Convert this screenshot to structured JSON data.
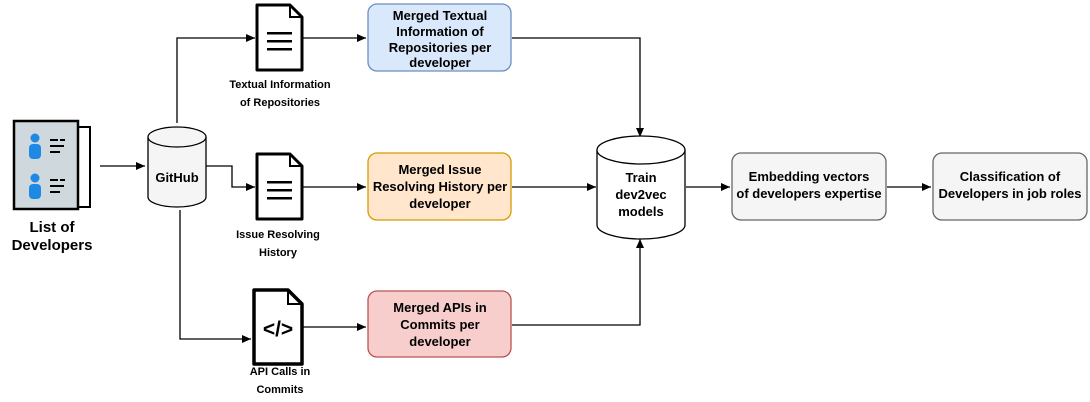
{
  "developers": {
    "caption_line1": "List of",
    "caption_line2": "Developers"
  },
  "github": {
    "label": "GitHub"
  },
  "sources": {
    "textual": {
      "caption_line1": "Textual Information",
      "caption_line2": "of Repositories"
    },
    "issues": {
      "caption_line1": "Issue Resolving",
      "caption_line2": "History"
    },
    "api": {
      "caption_line1": "API Calls in",
      "caption_line2": "Commits",
      "icon_glyph": "</>"
    }
  },
  "merged": {
    "textual": {
      "line1": "Merged Textual",
      "line2": "Information of",
      "line3": "Repositories per",
      "line4": "developer",
      "fill": "#dae8fc",
      "stroke": "#6c8ebf"
    },
    "issues": {
      "line1": "Merged Issue",
      "line2": "Resolving History per",
      "line3": "developer",
      "fill": "#ffe6cc",
      "stroke": "#d79b00"
    },
    "api": {
      "line1": "Merged APIs in",
      "line2": "Commits per",
      "line3": "developer",
      "fill": "#f8cecc",
      "stroke": "#b85450"
    }
  },
  "train": {
    "line1": "Train",
    "line2": "dev2vec",
    "line3": "models"
  },
  "embedding": {
    "line1": "Embedding vectors",
    "line2": "of developers expertise",
    "fill": "#f5f5f5",
    "stroke": "#666666"
  },
  "classification": {
    "line1": "Classification of",
    "line2": "Developers in job roles",
    "fill": "#f5f5f5",
    "stroke": "#666666"
  },
  "colors": {
    "person": "#1e88e5",
    "card": "#cfd8dc",
    "line": "#000000"
  }
}
